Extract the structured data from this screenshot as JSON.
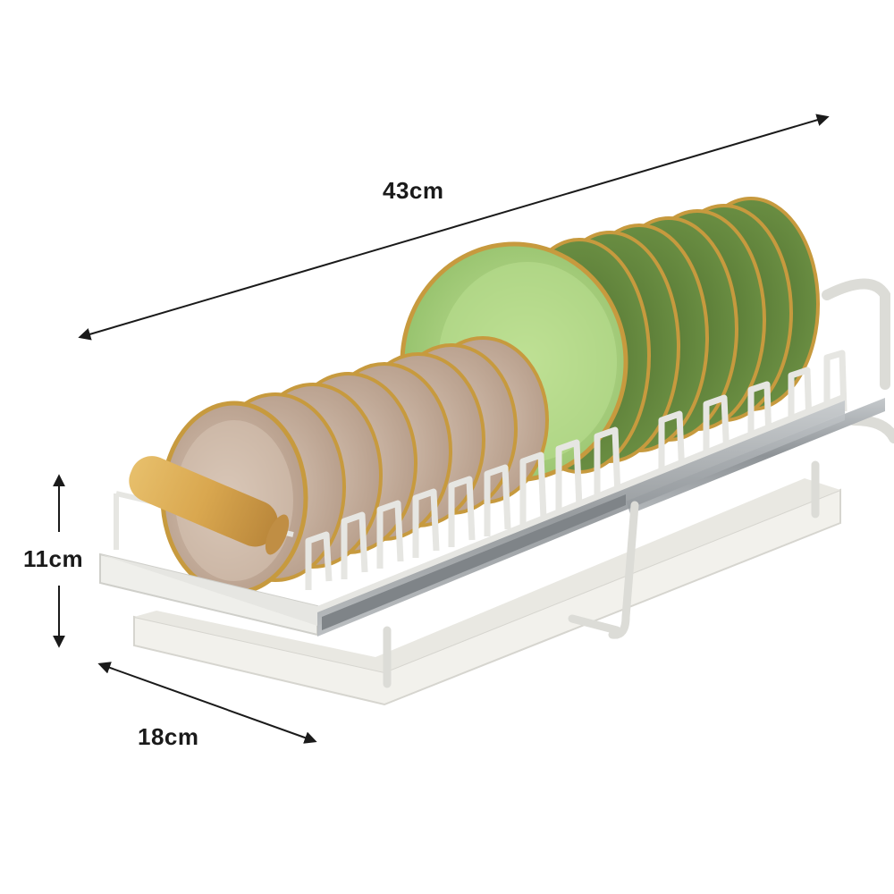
{
  "dimensions": {
    "length": "43cm",
    "height": "11cm",
    "depth": "18cm"
  },
  "colors": {
    "background": "#ffffff",
    "arrow": "#1a1a1a",
    "rack_frame": "#e6e6e2",
    "rack_shadow": "#c9c9c4",
    "drip_tray": "#f2f1ec",
    "slide_rail": "#9fa3a6",
    "handle_wood": "#d9a74f",
    "plate_beige": "#cbb7a6",
    "plate_rim": "#c79a3e",
    "plate_green_light": "#b6d98a",
    "plate_green_dark": "#5f7f3a"
  },
  "icons": {
    "length_arrow": "double-headed-arrow",
    "height_arrow": "double-headed-arrow",
    "depth_arrow": "double-headed-arrow"
  }
}
